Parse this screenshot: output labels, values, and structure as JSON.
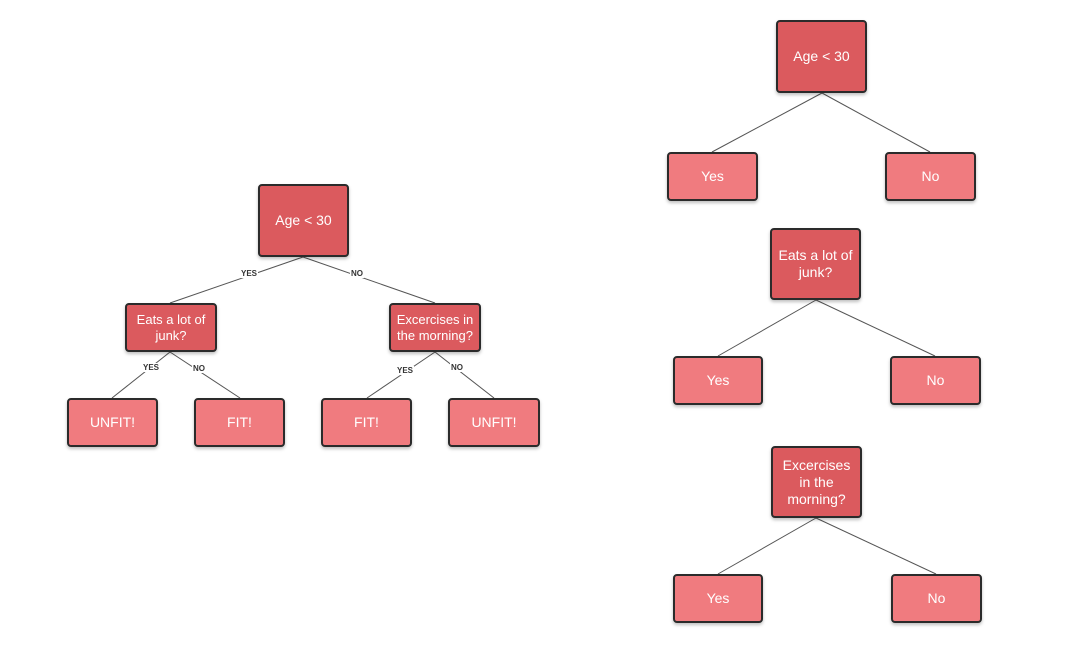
{
  "left_tree": {
    "root": "Age < 30",
    "root_yes_label": "YES",
    "root_no_label": "NO",
    "left_decision": "Eats a lot of junk?",
    "right_decision": "Excercises in the morning?",
    "left_yes_label": "YES",
    "left_no_label": "NO",
    "right_yes_label": "YES",
    "right_no_label": "NO",
    "leaves": [
      "UNFIT!",
      "FIT!",
      "FIT!",
      "UNFIT!"
    ]
  },
  "right_trees": [
    {
      "question": "Age < 30",
      "yes": "Yes",
      "no": "No"
    },
    {
      "question": "Eats a lot of junk?",
      "yes": "Yes",
      "no": "No"
    },
    {
      "question": "Excercises in the morning?",
      "yes": "Yes",
      "no": "No"
    }
  ],
  "colors": {
    "decision_fill": "#db5a5e",
    "leaf_fill": "#f07b7f",
    "border": "#2b2b2b",
    "edge": "#555555"
  }
}
